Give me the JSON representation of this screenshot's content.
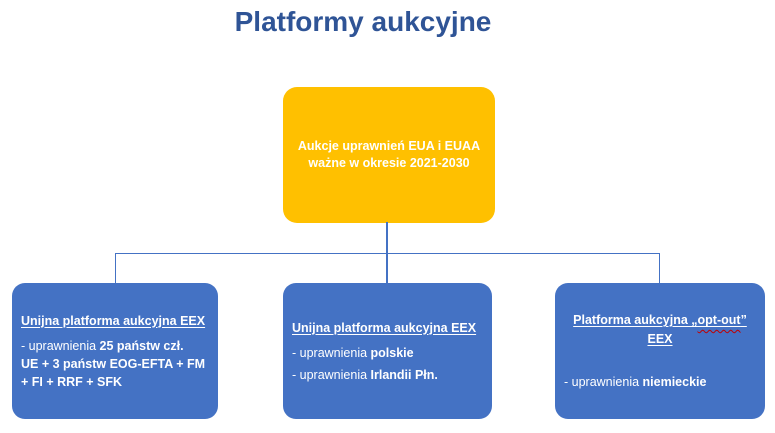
{
  "page_title": "Platformy aukcyjne",
  "colors": {
    "title_text": "#2F5496",
    "root_box": "#FFC000",
    "child_box": "#4472C4",
    "connector": "#4472C4",
    "box_text": "#FFFFFF",
    "squiggle": "#C00000"
  },
  "root_node": {
    "line1": "Aukcje uprawnień EUA i EUAA",
    "line2": "ważne w okresie 2021-2030"
  },
  "child_nodes": [
    {
      "title": "Unijna platforma aukcyjna EEX",
      "body_lines": [
        {
          "normal": "- uprawnienia ",
          "bold": "25 państw czł."
        },
        {
          "normal": "",
          "bold": "UE + 3 państw EOG-EFTA + FM"
        },
        {
          "normal": "",
          "bold": "+ FI + RRF + SFK"
        }
      ]
    },
    {
      "title": "Unijna platforma aukcyjna EEX",
      "body_lines": [
        {
          "normal": "- uprawnienia ",
          "bold": "polskie"
        },
        {
          "normal": "- uprawnienia ",
          "bold": "Irlandii Płn."
        }
      ]
    },
    {
      "title_pre": "Platforma aukcyjna „",
      "title_word": "opt-out",
      "title_post": "”",
      "title_line2": "EEX",
      "body_lines": [
        {
          "normal": "- uprawnienia ",
          "bold": "niemieckie"
        }
      ]
    }
  ]
}
